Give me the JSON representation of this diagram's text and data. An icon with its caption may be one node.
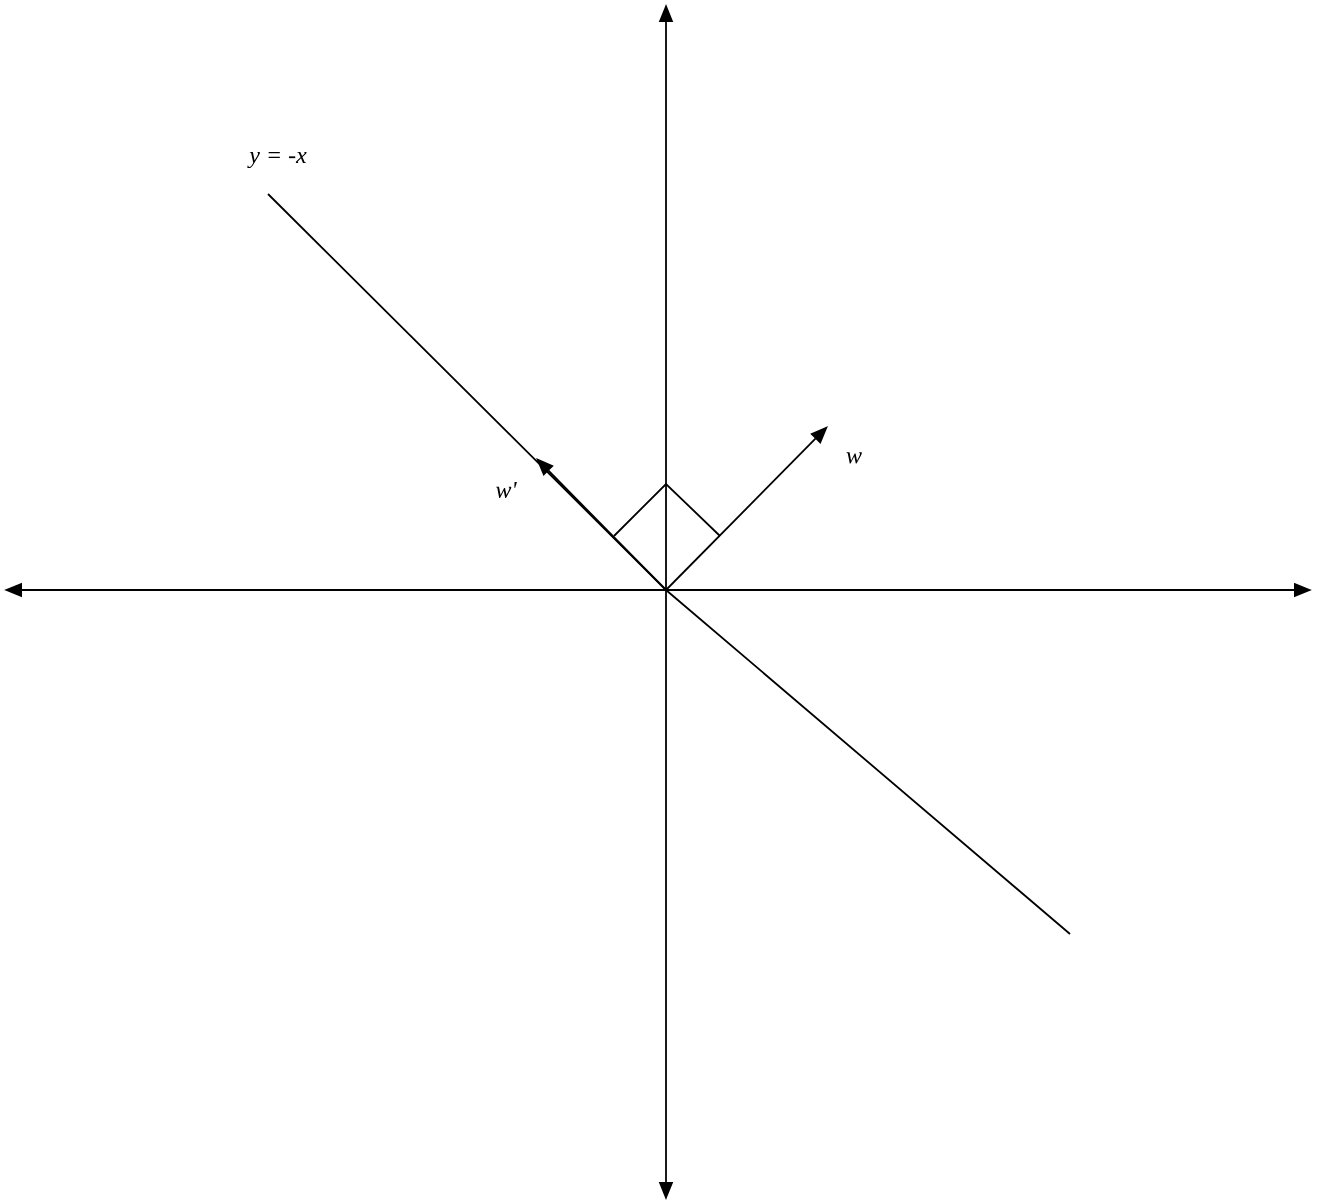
{
  "diagram": {
    "labels": [
      "*y* = -*x*",
      "*w*",
      "*w'*"
    ]
  }
}
